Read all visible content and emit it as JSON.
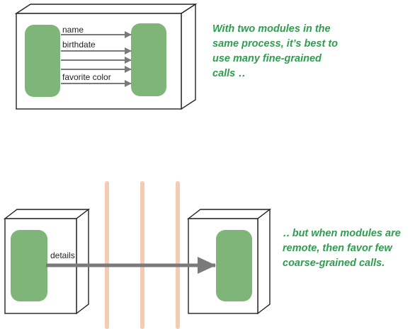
{
  "top_diagram": {
    "call_labels": [
      "name",
      "birthdate",
      "",
      "",
      "favorite color"
    ],
    "caption": "With two modules in the same process, it’s best to use many fine-grained calls ‥"
  },
  "bottom_diagram": {
    "call_label": "details",
    "caption": "‥ but when modules are remote, then favor few coarse-grained calls."
  },
  "colors": {
    "module_fill": "#7fb579",
    "arrow": "#7a7a7a",
    "network_barrier": "#f5cbb2",
    "caption_text": "#2e9e4e"
  }
}
